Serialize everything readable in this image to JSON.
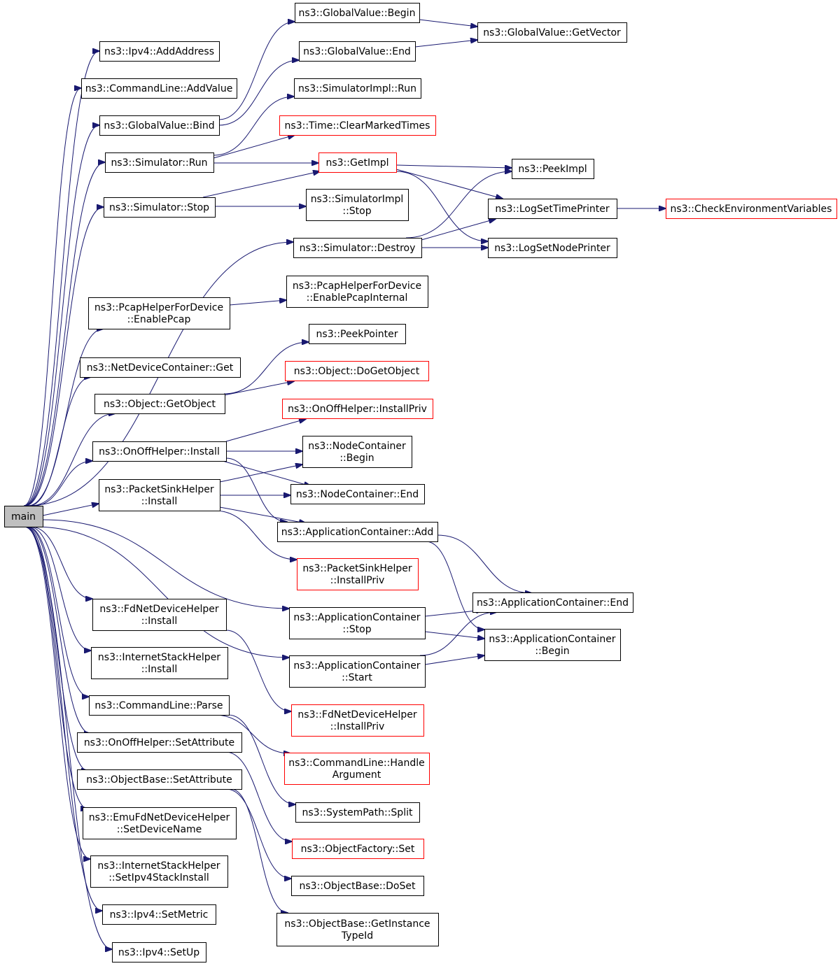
{
  "colors": {
    "edge": "#191970",
    "node_border": "#000000",
    "truncated_border": "#ff0000",
    "root_fill": "#bfbfbf",
    "background": "#ffffff"
  },
  "nodes": {
    "main": {
      "lines": [
        "main"
      ]
    },
    "ipv4_addaddress": {
      "lines": [
        "ns3::Ipv4::AddAddress"
      ]
    },
    "cmdline_addvalue": {
      "lines": [
        "ns3::CommandLine::AddValue"
      ]
    },
    "globalvalue_bind": {
      "lines": [
        "ns3::GlobalValue::Bind"
      ]
    },
    "simulator_run": {
      "lines": [
        "ns3::Simulator::Run"
      ]
    },
    "simulator_stop": {
      "lines": [
        "ns3::Simulator::Stop"
      ]
    },
    "simulator_destroy": {
      "lines": [
        "ns3::Simulator::Destroy"
      ]
    },
    "pcap_enablepcap": {
      "lines": [
        "ns3::PcapHelperForDevice",
        "::EnablePcap"
      ]
    },
    "netdevicecontainer_get": {
      "lines": [
        "ns3::NetDeviceContainer::Get"
      ]
    },
    "object_getobject": {
      "lines": [
        "ns3::Object::GetObject"
      ]
    },
    "onoffhelper_install": {
      "lines": [
        "ns3::OnOffHelper::Install"
      ]
    },
    "packetsinkhelper_install": {
      "lines": [
        "ns3::PacketSinkHelper",
        "::Install"
      ]
    },
    "fdnetdevicehelper_install": {
      "lines": [
        "ns3::FdNetDeviceHelper",
        "::Install"
      ]
    },
    "internetstackhelper_install": {
      "lines": [
        "ns3::InternetStackHelper",
        "::Install"
      ]
    },
    "cmdline_parse": {
      "lines": [
        "ns3::CommandLine::Parse"
      ]
    },
    "onoffhelper_setattribute": {
      "lines": [
        "ns3::OnOffHelper::SetAttribute"
      ]
    },
    "objectbase_setattribute": {
      "lines": [
        "ns3::ObjectBase::SetAttribute"
      ]
    },
    "emufd_setdevicename": {
      "lines": [
        "ns3::EmuFdNetDeviceHelper",
        "::SetDeviceName"
      ]
    },
    "internetstackhelper_setipv4stackinstall": {
      "lines": [
        "ns3::InternetStackHelper",
        "::SetIpv4StackInstall"
      ]
    },
    "ipv4_setmetric": {
      "lines": [
        "ns3::Ipv4::SetMetric"
      ]
    },
    "ipv4_setup": {
      "lines": [
        "ns3::Ipv4::SetUp"
      ]
    },
    "globalvalue_begin": {
      "lines": [
        "ns3::GlobalValue::Begin"
      ]
    },
    "globalvalue_end": {
      "lines": [
        "ns3::GlobalValue::End"
      ]
    },
    "globalvalue_getvector": {
      "lines": [
        "ns3::GlobalValue::GetVector"
      ]
    },
    "simulatorimpl_run": {
      "lines": [
        "ns3::SimulatorImpl::Run"
      ]
    },
    "time_clearmarkedtimes": {
      "lines": [
        "ns3::Time::ClearMarkedTimes"
      ]
    },
    "getimpl": {
      "lines": [
        "ns3::GetImpl"
      ]
    },
    "peekimpl": {
      "lines": [
        "ns3::PeekImpl"
      ]
    },
    "simulatorimpl_stop": {
      "lines": [
        "ns3::SimulatorImpl",
        "::Stop"
      ]
    },
    "logsettimeprinter": {
      "lines": [
        "ns3::LogSetTimePrinter"
      ]
    },
    "checkenvironmentvariables": {
      "lines": [
        "ns3::CheckEnvironmentVariables"
      ]
    },
    "logsetnodeprinter": {
      "lines": [
        "ns3::LogSetNodePrinter"
      ]
    },
    "pcap_enablepcapinternal": {
      "lines": [
        "ns3::PcapHelperForDevice",
        "::EnablePcapInternal"
      ]
    },
    "peekpointer": {
      "lines": [
        "ns3::PeekPointer"
      ]
    },
    "object_dogetobject": {
      "lines": [
        "ns3::Object::DoGetObject"
      ]
    },
    "onoffhelper_installpriv": {
      "lines": [
        "ns3::OnOffHelper::InstallPriv"
      ]
    },
    "nodecontainer_begin": {
      "lines": [
        "ns3::NodeContainer",
        "::Begin"
      ]
    },
    "nodecontainer_end": {
      "lines": [
        "ns3::NodeContainer::End"
      ]
    },
    "appcontainer_add": {
      "lines": [
        "ns3::ApplicationContainer::Add"
      ]
    },
    "packetsinkhelper_installpriv": {
      "lines": [
        "ns3::PacketSinkHelper",
        "::InstallPriv"
      ]
    },
    "appcontainer_end": {
      "lines": [
        "ns3::ApplicationContainer::End"
      ]
    },
    "appcontainer_stop": {
      "lines": [
        "ns3::ApplicationContainer",
        "::Stop"
      ]
    },
    "appcontainer_begin": {
      "lines": [
        "ns3::ApplicationContainer",
        "::Begin"
      ]
    },
    "appcontainer_start": {
      "lines": [
        "ns3::ApplicationContainer",
        "::Start"
      ]
    },
    "fdnetdevicehelper_installpriv": {
      "lines": [
        "ns3::FdNetDeviceHelper",
        "::InstallPriv"
      ]
    },
    "cmdline_handleargument": {
      "lines": [
        "ns3::CommandLine::Handle",
        "Argument"
      ]
    },
    "systempath_split": {
      "lines": [
        "ns3::SystemPath::Split"
      ]
    },
    "objectfactory_set": {
      "lines": [
        "ns3::ObjectFactory::Set"
      ]
    },
    "objectbase_doset": {
      "lines": [
        "ns3::ObjectBase::DoSet"
      ]
    },
    "objectbase_getinstancetypeid": {
      "lines": [
        "ns3::ObjectBase::GetInstance",
        "TypeId"
      ]
    }
  }
}
